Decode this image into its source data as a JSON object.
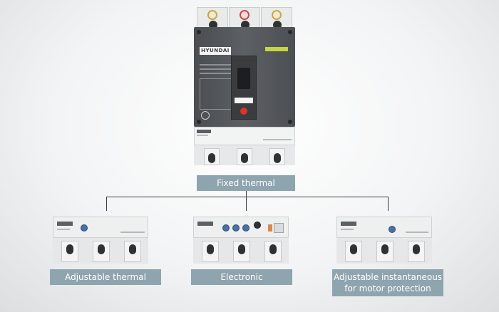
{
  "main_breaker": {
    "brand": "HYUNDAI",
    "caption": "Fixed thermal"
  },
  "trip_units": [
    {
      "caption": "Adjustable thermal"
    },
    {
      "caption": "Electronic"
    },
    {
      "caption_line1": "Adjustable instantaneous",
      "caption_line2": "for motor protection"
    }
  ],
  "colors": {
    "caption_bg": "#8ea4ae",
    "caption_text": "#ffffff",
    "breaker_body": "#5c5f63",
    "accent_green": "#c3d643",
    "trip_button": "#d9342b"
  }
}
